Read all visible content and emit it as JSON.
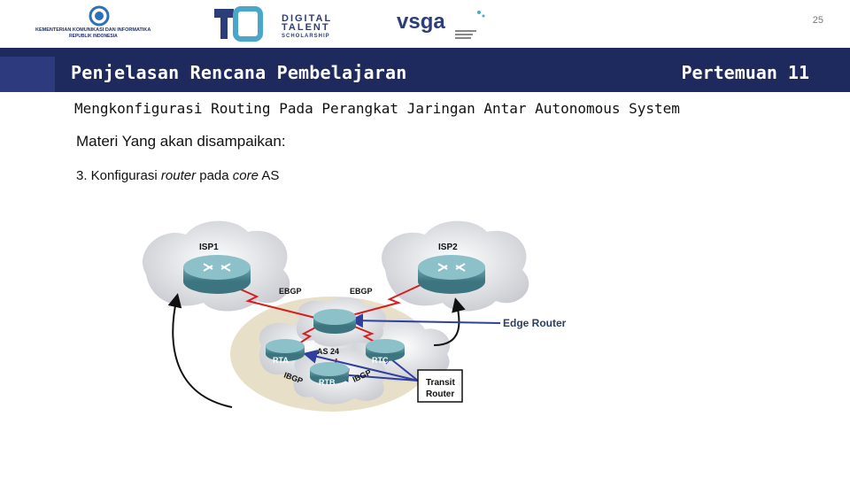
{
  "slide": {
    "page_number": "25",
    "title_left": "Penjelasan Rencana Pembelajaran",
    "title_right": "Pertemuan 11",
    "subtitle": "Mengkonfigurasi Routing Pada Perangkat Jaringan Antar Autonomous System",
    "materi_heading": "Materi Yang akan disampaikan:",
    "point_prefix": "3. Konfigurasi ",
    "point_italic1": "router",
    "point_mid": " pada ",
    "point_italic2": "core",
    "point_suffix": " AS"
  },
  "logos": {
    "kominfo_line1": "KEMENTERIAN KOMUNIKASI DAN INFORMATIKA",
    "kominfo_line2": "REPUBLIK INDONESIA",
    "dts_line1": "DIGITAL",
    "dts_line2": "TALENT",
    "dts_line3": "SCHOLARSHIP",
    "vsga": "vsga"
  },
  "diagram": {
    "isp1": "ISP1",
    "isp2": "ISP2",
    "ebgp_left": "EBGP",
    "ebgp_right": "EBGP",
    "as_label": "AS 24",
    "rta": "RTA",
    "rtb": "RTB",
    "rtc": "RTC",
    "ibgp_left": "IBGP",
    "ibgp_right": "IBGP",
    "edge_router": "Edge Router",
    "transit_line1": "Transit",
    "transit_line2": "Router"
  },
  "colors": {
    "title_bar": "#1e2a5e",
    "accent_stripe": "#2d3b7e",
    "router_teal": "#4f8f9a",
    "arrow_blue": "#2f3f9e",
    "link_red": "#d42020",
    "as_cloud": "#e8dfc8"
  }
}
